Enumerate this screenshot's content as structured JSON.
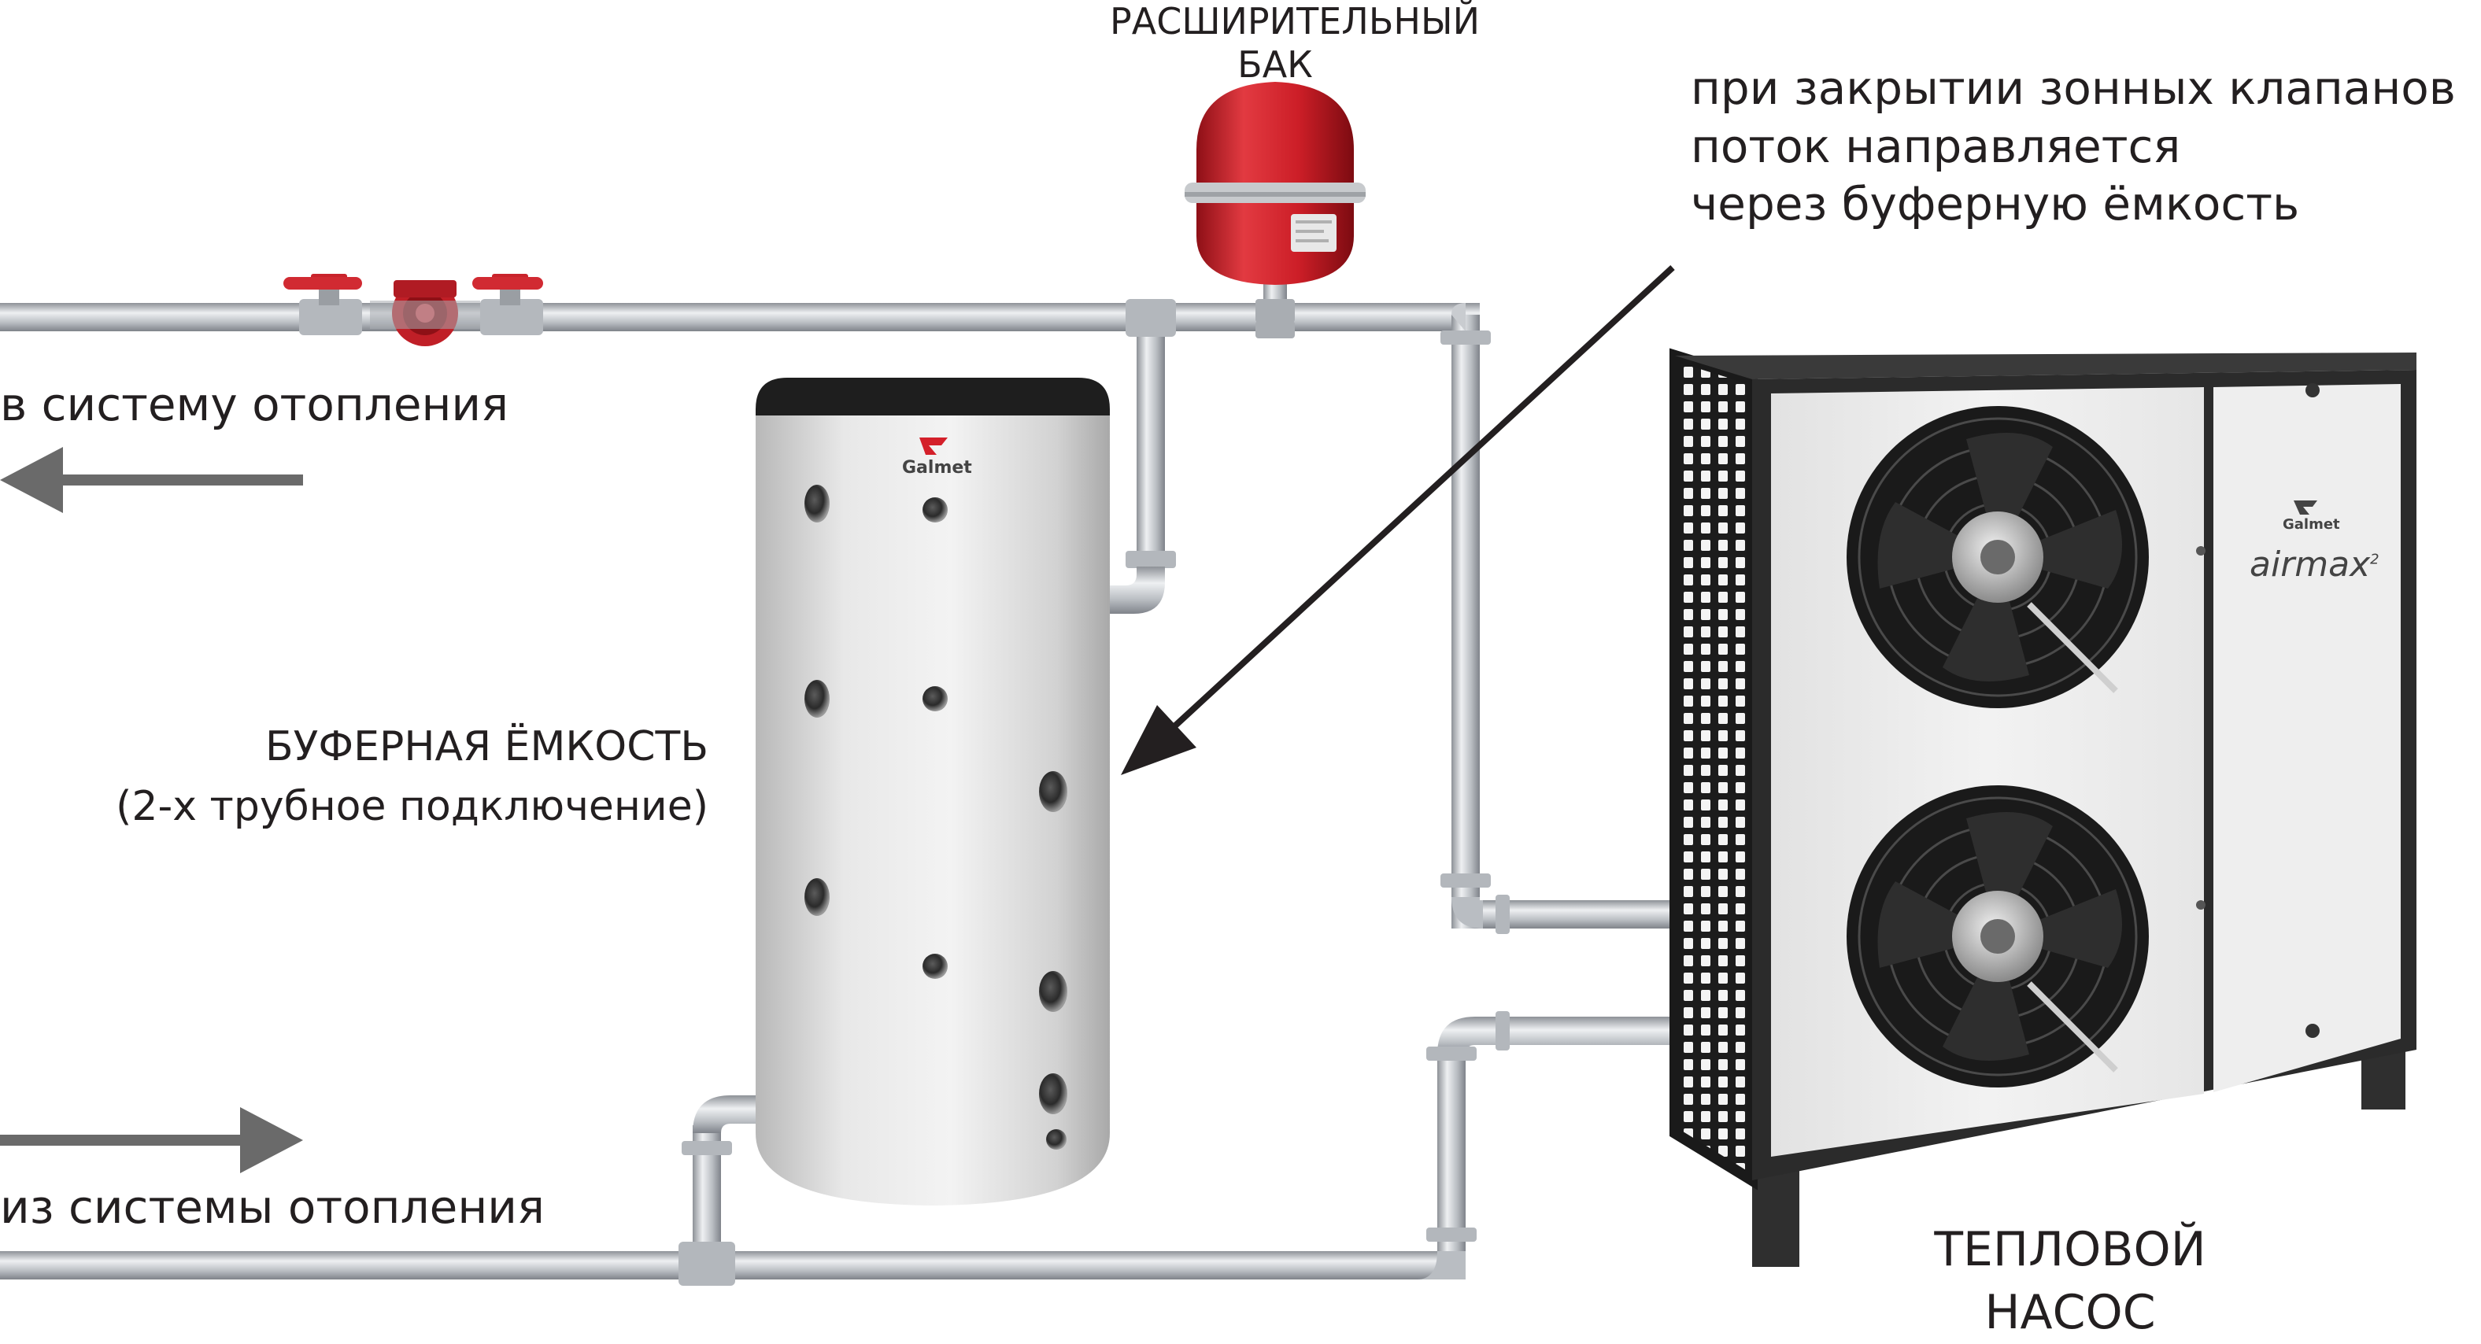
{
  "labels": {
    "to_heating": "в систему отопления",
    "from_heating": "из системы отопления",
    "expansion_tank_line1": "РАСШИРИТЕЛЬНЫЙ",
    "expansion_tank_line2": "БАК",
    "note_line1": "при закрытии зонных клапанов",
    "note_line2": "поток направляется",
    "note_line3": "через буферную ёмкость",
    "buffer_line1": "БУФЕРНАЯ ЁМКОСТЬ",
    "buffer_line2": "(2-х трубное подключение)",
    "heat_pump_line1": "ТЕПЛОВОЙ",
    "heat_pump_line2": "НАСОС"
  },
  "brand": {
    "tank_logo": "Galmet",
    "hp_logo": "Galmet",
    "hp_model": "airmax",
    "hp_model_sup": "2"
  },
  "icons": {
    "arrow_left": "arrow-left-icon",
    "arrow_right": "arrow-right-icon",
    "pump": "circulation-pump-icon",
    "valve": "ball-valve-icon",
    "fan": "fan-icon"
  },
  "colors": {
    "pipe": "#c9ccd0",
    "tank_body": "#dcdcdc",
    "tank_cap": "#1e1e1e",
    "expansion_tank": "#d4202a",
    "hp_frame": "#2b2b2b",
    "hp_panel": "#ececec",
    "arrow": "#6a6a6a",
    "text": "#231f20"
  }
}
